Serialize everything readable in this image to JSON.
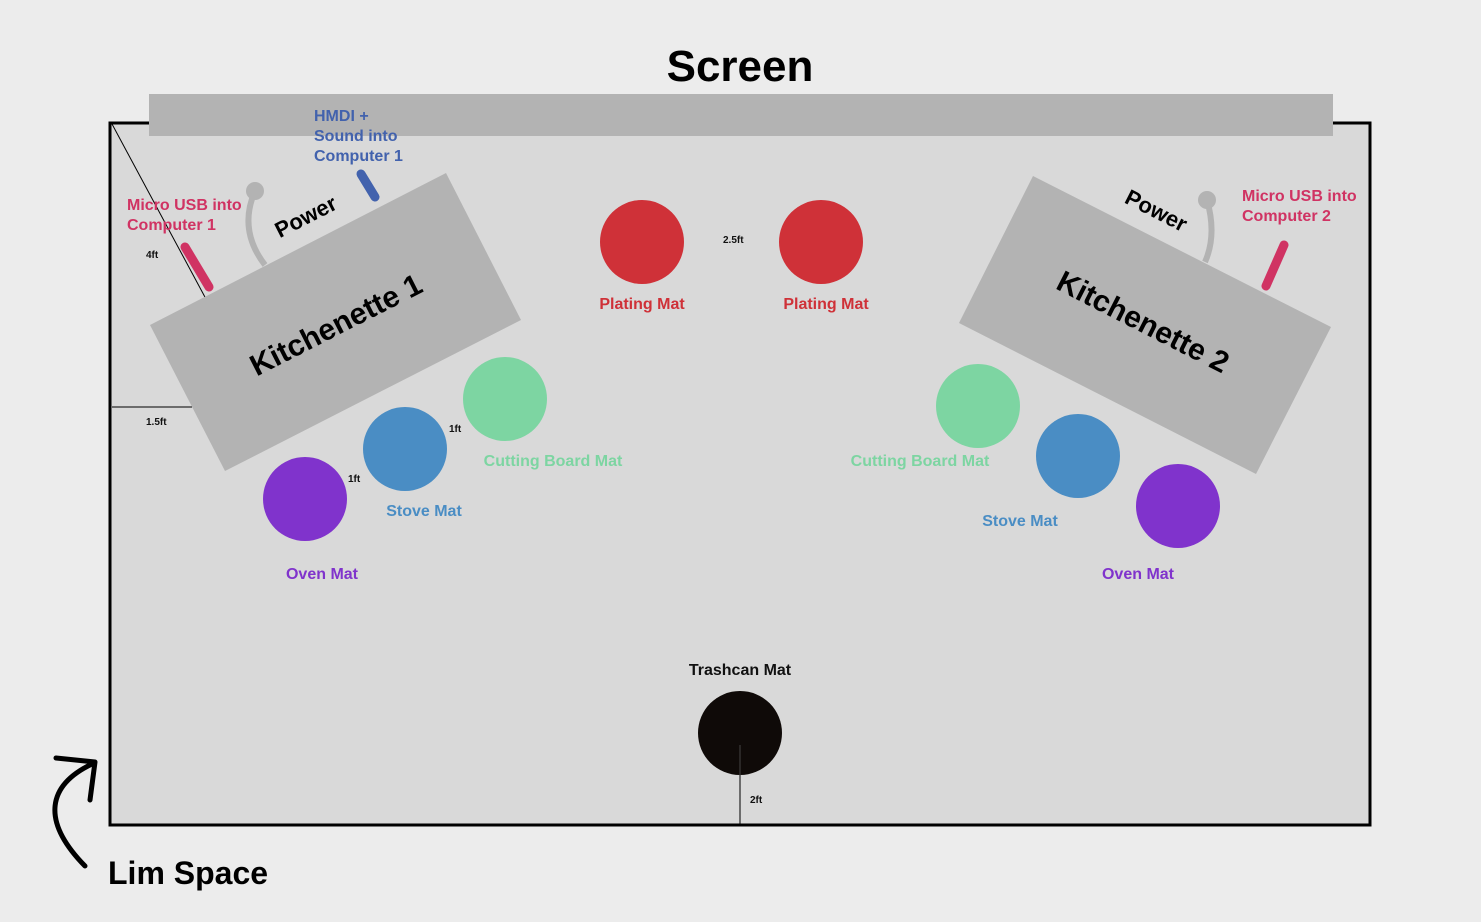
{
  "title": "Screen",
  "space_label": "Lim Space",
  "colors": {
    "red": "#cf3138",
    "green": "#7dd5a2",
    "blue": "#4a8dc4",
    "purple": "#8033cc",
    "black": "#0f0a08",
    "pink": "#d03363",
    "navy": "#4262ad",
    "grey": "#b3b3b3",
    "room": "#d9d9d9"
  },
  "kitchenettes": [
    {
      "label": "Kitchenette 1",
      "power": "Power",
      "usb": "Micro USB into Computer 1",
      "usb_lines": [
        "Micro USB into",
        "Computer 1"
      ],
      "hdmi_lines": [
        "HMDI +",
        "Sound into",
        "Computer 1"
      ]
    },
    {
      "label": "Kitchenette 2",
      "power": "Power",
      "usb_lines": [
        "Micro USB into",
        "Computer 2"
      ]
    }
  ],
  "mats": {
    "plating_left": "Plating Mat",
    "plating_right": "Plating Mat",
    "cutting_left": "Cutting Board Mat",
    "stove_left": "Stove Mat",
    "oven_left": "Oven Mat",
    "cutting_right": "Cutting Board Mat",
    "stove_right": "Stove Mat",
    "oven_right": "Oven Mat",
    "trash": "Trashcan Mat"
  },
  "dimensions": {
    "diag": "4ft",
    "side": "1.5ft",
    "plating_gap": "2.5ft",
    "cut_stove": "1ft",
    "stove_oven": "1ft",
    "trash": "2ft"
  }
}
